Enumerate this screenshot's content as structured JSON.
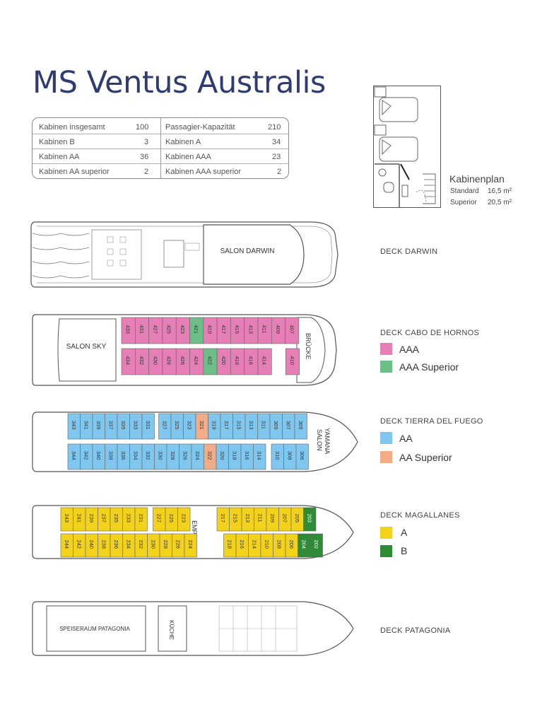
{
  "title": "MS Ventus Australis",
  "stats": {
    "left": [
      {
        "label": "Kabinen insgesamt",
        "value": "100"
      },
      {
        "label": "Kabinen B",
        "value": "3"
      },
      {
        "label": "Kabinen AA",
        "value": "36"
      },
      {
        "label": "Kabinen AA superior",
        "value": "2"
      }
    ],
    "right": [
      {
        "label": "Passagier-Kapazität",
        "value": "210"
      },
      {
        "label": "Kabinen A",
        "value": "34"
      },
      {
        "label": "Kabinen AAA",
        "value": "23"
      },
      {
        "label": "Kabinen AAA superior",
        "value": "2"
      }
    ]
  },
  "cabin_plan": {
    "title": "Kabinenplan",
    "rows": [
      {
        "label": "Standard",
        "value": "16,5 m²"
      },
      {
        "label": "Superior",
        "value": "20,5 m²"
      }
    ]
  },
  "colors": {
    "AAA": "#e57fb5",
    "AAA_superior": "#6dbf8a",
    "AA": "#80c7ef",
    "AA_superior": "#f0ad88",
    "A": "#f2d21a",
    "B": "#2e8b36",
    "title": "#2f3c72"
  },
  "decks": {
    "darwin": {
      "label": "DECK DARWIN",
      "salon": "SALON DARWIN"
    },
    "cabo": {
      "label": "DECK CABO DE HORNOS",
      "salon": "SALON SKY",
      "bridge": "BRÜCKE",
      "legend": [
        {
          "name": "AAA",
          "color": "#e57fb5"
        },
        {
          "name": "AAA Superior",
          "color": "#6dbf8a"
        }
      ],
      "top": [
        {
          "n": "433",
          "t": "AAA"
        },
        {
          "n": "431",
          "t": "AAA"
        },
        {
          "n": "427",
          "t": "AAA"
        },
        {
          "n": "425",
          "t": "AAA"
        },
        {
          "n": "423",
          "t": "AAA"
        },
        {
          "n": "421",
          "t": "AAAS"
        },
        {
          "n": "419",
          "t": "AAA"
        },
        {
          "n": "417",
          "t": "AAA"
        },
        {
          "n": "415",
          "t": "AAA"
        },
        {
          "n": "413",
          "t": "AAA"
        },
        {
          "n": "411",
          "t": "AAA"
        },
        {
          "n": "409",
          "t": "AAA"
        },
        {
          "n": "407",
          "t": "AAA"
        }
      ],
      "bottom": [
        {
          "n": "434",
          "t": "AAA"
        },
        {
          "n": "432",
          "t": "AAA"
        },
        {
          "n": "430",
          "t": "AAA"
        },
        {
          "n": "428",
          "t": "AAA"
        },
        {
          "n": "426",
          "t": "AAA"
        },
        {
          "n": "424",
          "t": "AAA"
        },
        {
          "n": "422",
          "t": "AAAS"
        },
        {
          "n": "420",
          "t": "AAA"
        },
        {
          "n": "418",
          "t": "AAA"
        },
        {
          "n": "416",
          "t": "AAA"
        },
        {
          "n": "414",
          "t": "AAA"
        },
        {
          "n": "410",
          "t": "AAA"
        }
      ]
    },
    "tierra": {
      "label": "DECK TIERRA DEL FUEGO",
      "salon_line1": "SALON",
      "salon_line2": "YAMANA",
      "legend": [
        {
          "name": "AA",
          "color": "#80c7ef"
        },
        {
          "name": "AA Superior",
          "color": "#f0ad88"
        }
      ],
      "top": [
        {
          "n": "343",
          "t": "AA"
        },
        {
          "n": "341",
          "t": "AA"
        },
        {
          "n": "339",
          "t": "AA"
        },
        {
          "n": "337",
          "t": "AA"
        },
        {
          "n": "335",
          "t": "AA"
        },
        {
          "n": "333",
          "t": "AA"
        },
        {
          "n": "331",
          "t": "AA"
        },
        {
          "n": "327",
          "t": "AA"
        },
        {
          "n": "325",
          "t": "AA"
        },
        {
          "n": "323",
          "t": "AA"
        },
        {
          "n": "321",
          "t": "AAS"
        },
        {
          "n": "319",
          "t": "AA"
        },
        {
          "n": "317",
          "t": "AA"
        },
        {
          "n": "315",
          "t": "AA"
        },
        {
          "n": "313",
          "t": "AA"
        },
        {
          "n": "311",
          "t": "AA"
        },
        {
          "n": "309",
          "t": "AA"
        },
        {
          "n": "307",
          "t": "AA"
        },
        {
          "n": "305",
          "t": "AA"
        }
      ],
      "bottom": [
        {
          "n": "344",
          "t": "AA"
        },
        {
          "n": "342",
          "t": "AA"
        },
        {
          "n": "340",
          "t": "AA"
        },
        {
          "n": "338",
          "t": "AA"
        },
        {
          "n": "336",
          "t": "AA"
        },
        {
          "n": "334",
          "t": "AA"
        },
        {
          "n": "332",
          "t": "AA"
        },
        {
          "n": "330",
          "t": "AA"
        },
        {
          "n": "328",
          "t": "AA"
        },
        {
          "n": "326",
          "t": "AA"
        },
        {
          "n": "324",
          "t": "AA"
        },
        {
          "n": "322",
          "t": "AAS"
        },
        {
          "n": "320",
          "t": "AA"
        },
        {
          "n": "318",
          "t": "AA"
        },
        {
          "n": "316",
          "t": "AA"
        },
        {
          "n": "314",
          "t": "AA"
        },
        {
          "n": "310",
          "t": "AA"
        },
        {
          "n": "308",
          "t": "AA"
        },
        {
          "n": "306",
          "t": "AA"
        }
      ]
    },
    "magallanes": {
      "label": "DECK MAGALLANES",
      "empfang": "EMPFANG",
      "legend": [
        {
          "name": "A",
          "color": "#f2d21a"
        },
        {
          "name": "B",
          "color": "#2e8b36"
        }
      ],
      "top": [
        {
          "n": "243",
          "t": "A"
        },
        {
          "n": "241",
          "t": "A"
        },
        {
          "n": "239",
          "t": "A"
        },
        {
          "n": "237",
          "t": "A"
        },
        {
          "n": "235",
          "t": "A"
        },
        {
          "n": "233",
          "t": "A"
        },
        {
          "n": "231",
          "t": "A"
        },
        {
          "n": "227",
          "t": "A"
        },
        {
          "n": "225",
          "t": "A"
        },
        {
          "n": "223",
          "t": "A"
        },
        {
          "n": "217",
          "t": "A"
        },
        {
          "n": "215",
          "t": "A"
        },
        {
          "n": "213",
          "t": "A"
        },
        {
          "n": "211",
          "t": "A"
        },
        {
          "n": "209",
          "t": "A"
        },
        {
          "n": "207",
          "t": "A"
        },
        {
          "n": "205",
          "t": "A"
        },
        {
          "n": "203",
          "t": "B"
        }
      ],
      "bottom": [
        {
          "n": "244",
          "t": "A"
        },
        {
          "n": "242",
          "t": "A"
        },
        {
          "n": "240",
          "t": "A"
        },
        {
          "n": "238",
          "t": "A"
        },
        {
          "n": "236",
          "t": "A"
        },
        {
          "n": "234",
          "t": "A"
        },
        {
          "n": "232",
          "t": "A"
        },
        {
          "n": "230",
          "t": "A"
        },
        {
          "n": "228",
          "t": "A"
        },
        {
          "n": "226",
          "t": "A"
        },
        {
          "n": "224",
          "t": "A"
        },
        {
          "n": "218",
          "t": "A"
        },
        {
          "n": "216",
          "t": "A"
        },
        {
          "n": "214",
          "t": "A"
        },
        {
          "n": "210",
          "t": "A"
        },
        {
          "n": "208",
          "t": "A"
        },
        {
          "n": "206",
          "t": "A"
        },
        {
          "n": "204",
          "t": "B"
        },
        {
          "n": "202",
          "t": "B"
        }
      ]
    },
    "patagonia": {
      "label": "DECK PATAGONIA",
      "dining": "SPEISERAUM PATAGONIA",
      "kitchen": "KÜCHE"
    }
  }
}
